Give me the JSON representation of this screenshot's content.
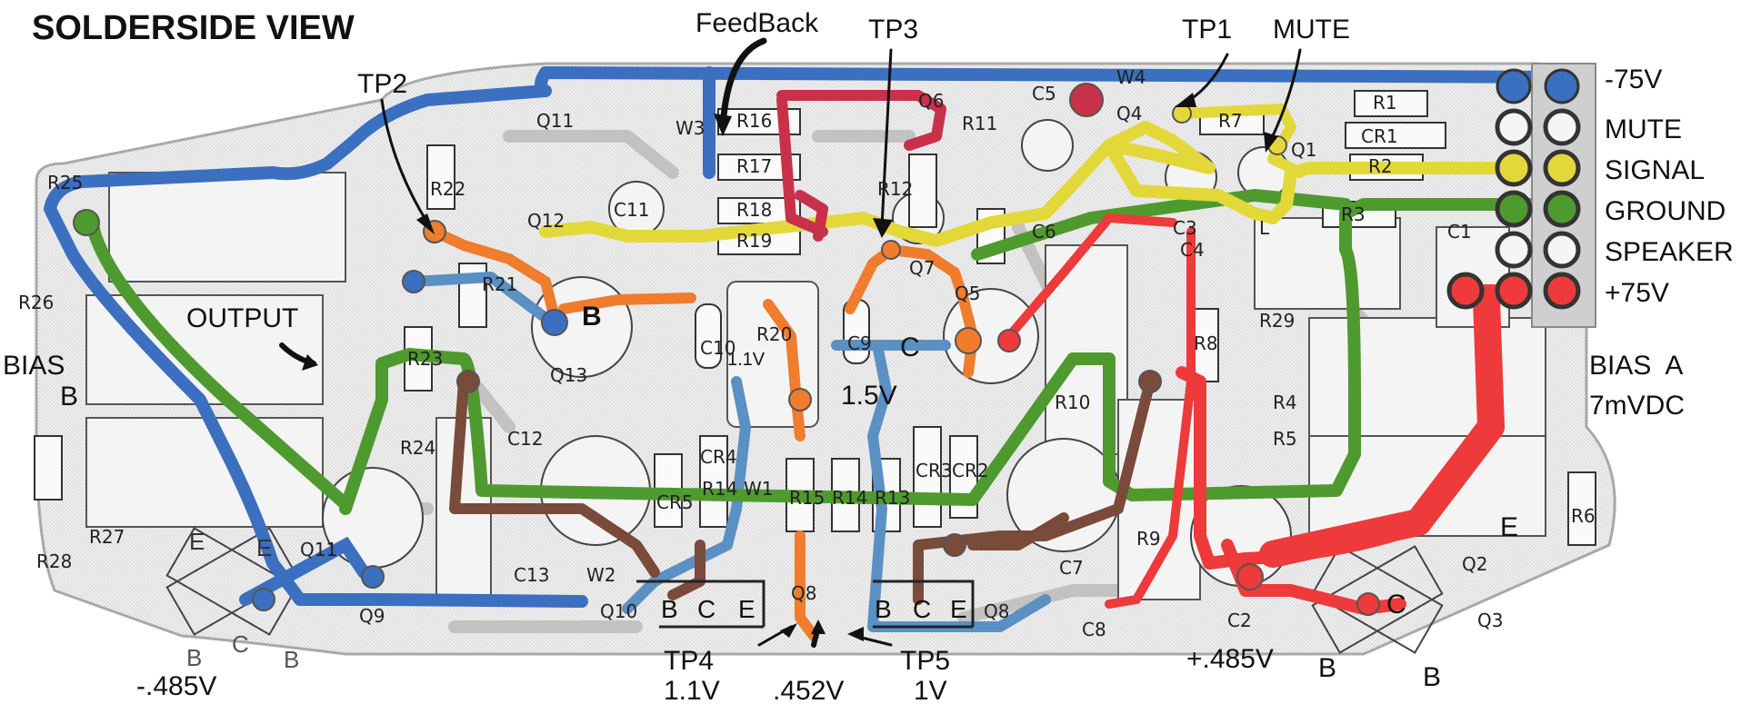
{
  "title": "SOLDERSIDE VIEW",
  "colors": {
    "board": "#e9e9e9",
    "trace_gray": "#bdbdbd",
    "blue": "#3b6fbf",
    "green": "#4e9a2e",
    "yellow": "#e3d83a",
    "red": "#ee3a3a",
    "orange": "#f07c2d",
    "brown": "#7a4a3a",
    "light_blue": "#5a90c4",
    "crimson": "#c9304a"
  },
  "connector": {
    "pins": [
      {
        "label": "-75V"
      },
      {
        "label": "MUTE"
      },
      {
        "label": "SIGNAL"
      },
      {
        "label": "GROUND"
      },
      {
        "label": "SPEAKER"
      },
      {
        "label": "+75V"
      }
    ]
  },
  "annotations": {
    "feedback": "FeedBack",
    "tp3": "TP3",
    "tp1": "TP1",
    "mute": "MUTE",
    "tp2": "TP2",
    "output": "OUTPUT",
    "bias_b_1": "BIAS",
    "bias_b_2": "B",
    "bias_a_1": "BIAS  A",
    "bias_a_2": "7mVDC",
    "v_1_1": "1.1V",
    "v_1_5": "1.5V",
    "tp4": "TP4",
    "tp4_v": "1.1V",
    "tp5": "TP5",
    "tp5_v": "1V",
    "center_v": ".452V",
    "neg_v": "-.485V",
    "pos_v": "+.485V",
    "q5_c": "C",
    "q13_b": "B",
    "q2_c": "C",
    "q2_b": "B",
    "q3_b": "B",
    "e_right": "E"
  },
  "components": {
    "R1": "R1",
    "R2": "R2",
    "R3": "R3",
    "R4": "R4",
    "R5": "R5",
    "R6": "R6",
    "R7": "R7",
    "R8": "R8",
    "R9": "R9",
    "R10": "R10",
    "R11": "R11",
    "R12": "R12",
    "R13": "R13",
    "R14": "R14",
    "R15": "R15",
    "R16": "R16",
    "R17": "R17",
    "R18": "R18",
    "R19": "R19",
    "R20": "R20",
    "R21": "R21",
    "R22": "R22",
    "R23": "R23",
    "R24": "R24",
    "R25": "R25",
    "R26": "R26",
    "R27": "R27",
    "R28": "R28",
    "R29": "R29",
    "C1": "C1",
    "C2": "C2",
    "C3": "C3",
    "C4": "C4",
    "C5": "C5",
    "C6": "C6",
    "C7": "C7",
    "C8": "C8",
    "C9": "C9",
    "C10": "C10",
    "C11": "C11",
    "C12": "C12",
    "C13": "C13",
    "CR1": "CR1",
    "CR2": "CR2",
    "CR3": "CR3",
    "CR4": "CR4",
    "CR5": "CR5",
    "Q1": "Q1",
    "Q2": "Q2",
    "Q3": "Q3",
    "Q4": "Q4",
    "Q5": "Q5",
    "Q6": "Q6",
    "Q7": "Q7",
    "Q8a": "Q8",
    "Q8b": "Q8",
    "Q9": "Q9",
    "Q10": "Q10",
    "Q11": "Q11",
    "Q12": "Q12",
    "Q13": "Q13",
    "W1": "W1",
    "W2": "W2",
    "W3": "W3",
    "W4": "W4",
    "L": "L"
  },
  "pin_boxes": {
    "left": {
      "b": "B",
      "c": "C",
      "e": "E"
    },
    "right": {
      "b": "B",
      "c": "C",
      "e": "E"
    }
  },
  "lower_left_pins": {
    "e1": "E",
    "e2": "E",
    "b1": "B",
    "c": "C",
    "b2": "B"
  }
}
